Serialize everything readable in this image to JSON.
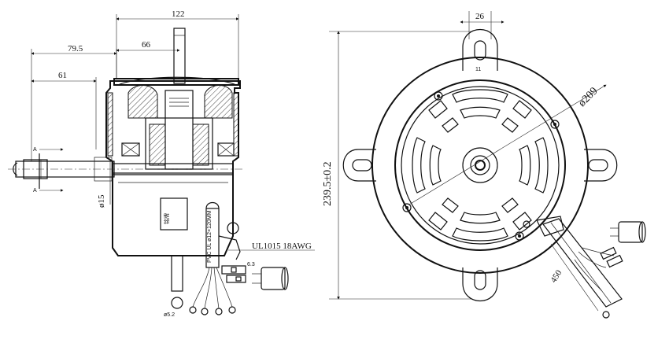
{
  "side_view": {
    "dim_122": "122",
    "dim_79_5": "79.5",
    "dim_66": "66",
    "dim_61": "61",
    "dim_d15": "ø15",
    "section_mark": "A",
    "nameplate_text": "铭牌",
    "cable_spec": "UL1015 18AWG",
    "dim_6_3": "6.3",
    "dim_d5_2": "ø5.2",
    "sleeve_text": "PVC UL ø12×120MM"
  },
  "front_view": {
    "dim_26": "26",
    "dim_11": "11",
    "dim_d209": "ø209",
    "dim_239_5": "239.5±0.2",
    "dim_450": "450"
  }
}
